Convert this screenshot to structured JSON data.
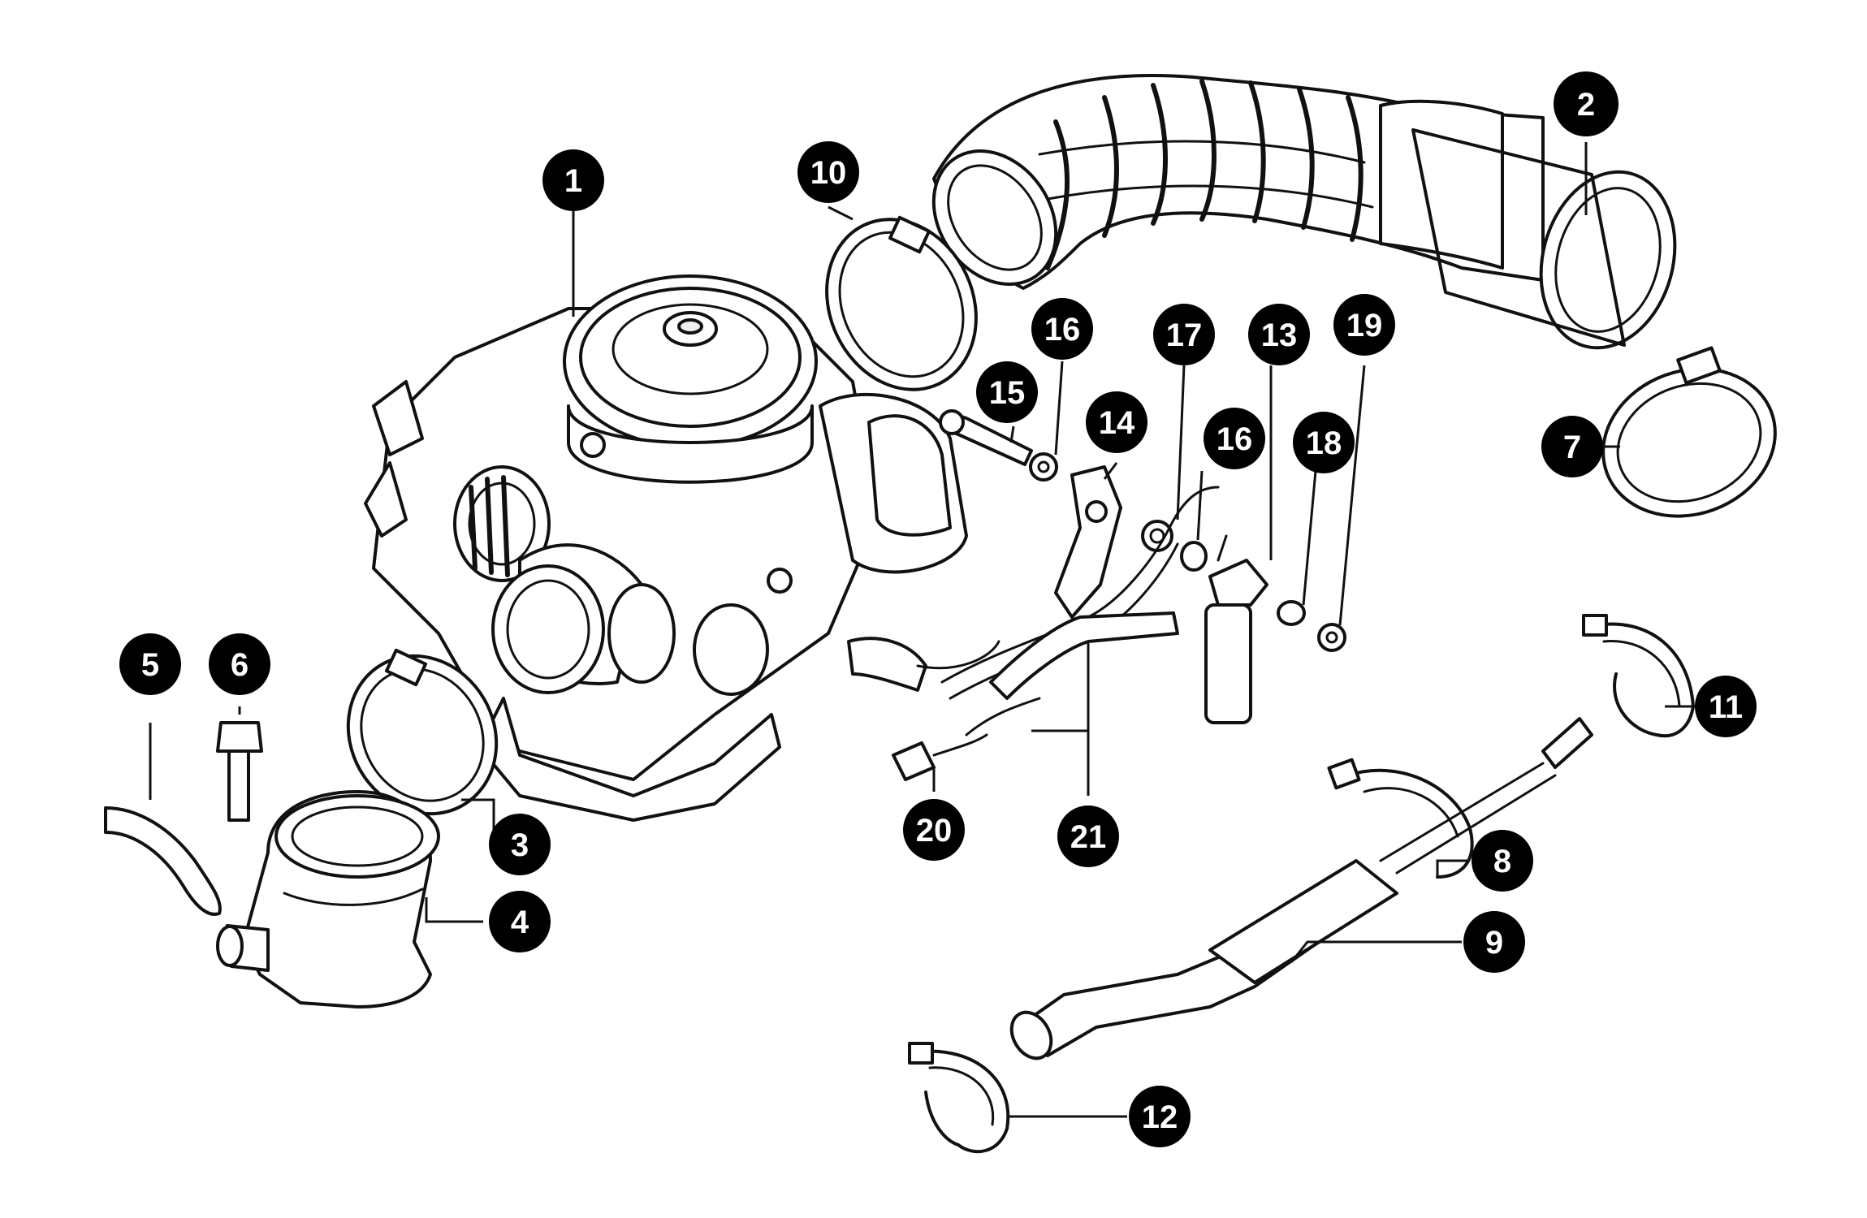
{
  "colors": {
    "line": "#111111",
    "callout_fill": "#000000",
    "callout_text": "#ffffff",
    "background": "#ffffff"
  },
  "callouts": [
    {
      "label": "1"
    },
    {
      "label": "2"
    },
    {
      "label": "3"
    },
    {
      "label": "4"
    },
    {
      "label": "5"
    },
    {
      "label": "6"
    },
    {
      "label": "7"
    },
    {
      "label": "8"
    },
    {
      "label": "9"
    },
    {
      "label": "10"
    },
    {
      "label": "11"
    },
    {
      "label": "12"
    },
    {
      "label": "13"
    },
    {
      "label": "14"
    },
    {
      "label": "15"
    },
    {
      "label": "16"
    },
    {
      "label": "16"
    },
    {
      "label": "17"
    },
    {
      "label": "18"
    },
    {
      "label": "19"
    },
    {
      "label": "20"
    },
    {
      "label": "21"
    }
  ]
}
